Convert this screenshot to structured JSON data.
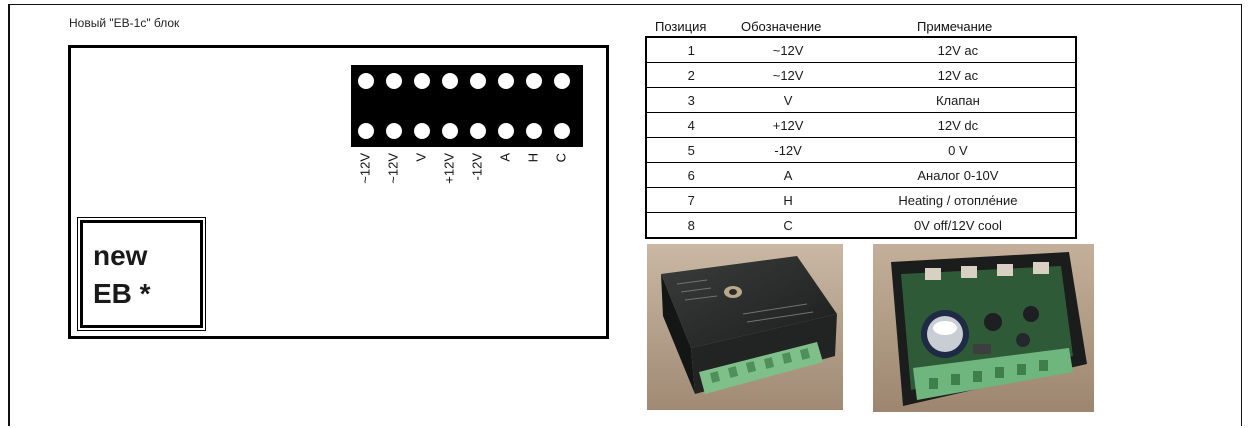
{
  "title": "Новый \"EB-1c\" блок",
  "pins": [
    "~12V",
    "~12V",
    "V",
    "+12V",
    "-12V",
    "A",
    "H",
    "C"
  ],
  "badge": {
    "line1": "new",
    "line2": "EB *"
  },
  "table": {
    "headers": {
      "position": "Позиция",
      "designation": "Обозначение",
      "note": "Примечание"
    },
    "rows": [
      {
        "position": "1",
        "designation": "~12V",
        "note": "12V ac"
      },
      {
        "position": "2",
        "designation": "~12V",
        "note": "12V ac"
      },
      {
        "position": "3",
        "designation": "V",
        "note": "Клапан"
      },
      {
        "position": "4",
        "designation": "+12V",
        "note": "12V dc"
      },
      {
        "position": "5",
        "designation": "-12V",
        "note": "0 V"
      },
      {
        "position": "6",
        "designation": "A",
        "note": "Аналог 0-10V"
      },
      {
        "position": "7",
        "designation": "H",
        "note": "Heating / отопле́ние"
      },
      {
        "position": "8",
        "designation": "C",
        "note": "0V off/12V cool"
      }
    ]
  }
}
